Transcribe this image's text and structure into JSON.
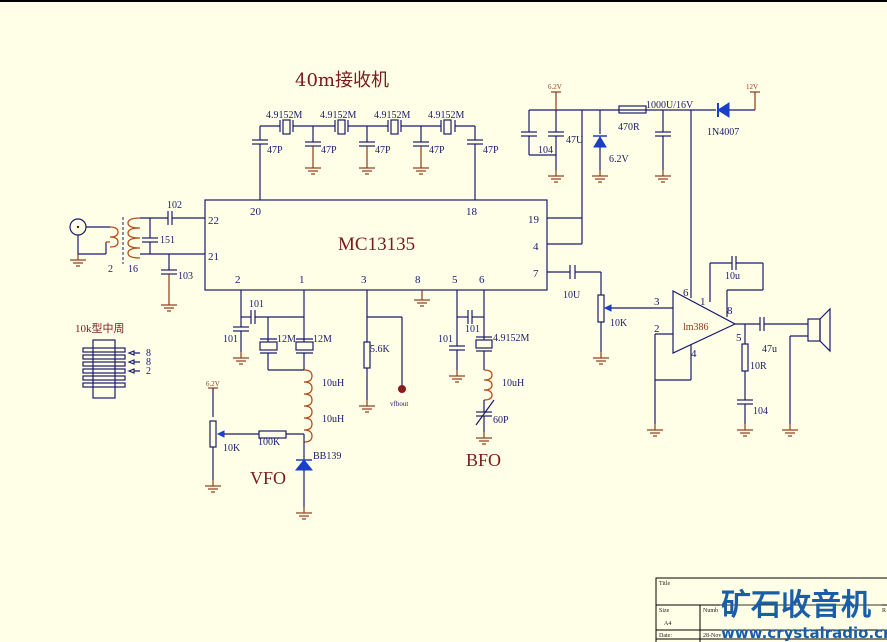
{
  "schematic": {
    "title": "40m接收机",
    "main_ic": "MC13135",
    "amp_ic": "lm386",
    "section_labels": {
      "vfo": "VFO",
      "bfo": "BFO"
    },
    "ic_pins": {
      "p22": "22",
      "p21": "21",
      "p20": "20",
      "p18": "18",
      "p19": "19",
      "p4": "4",
      "p7": "7",
      "p2": "2",
      "p1": "1",
      "p3": "3",
      "p8": "8",
      "p5": "5",
      "p6": "6"
    },
    "amp_pins": {
      "p6": "6",
      "p1": "1",
      "p8": "8",
      "p3": "3",
      "p2": "2",
      "p4": "4",
      "p5": "5"
    },
    "filter": {
      "crystals": [
        "4.9152M",
        "4.9152M",
        "4.9152M",
        "4.9152M"
      ],
      "caps": [
        "47P",
        "47P",
        "47P",
        "47P",
        "47P"
      ]
    },
    "power": {
      "rail_62": "6.2V",
      "rail_12": "12V",
      "cap_104": "104",
      "cap_47u": "47U",
      "zener": "6.2V",
      "resistor": "470R",
      "cap_1000u": "1000U/16V",
      "diode": "1N4007"
    },
    "input": {
      "cap_102": "102",
      "cap_151": "151",
      "cap_103": "103",
      "turns_primary": "2",
      "turns_secondary": "16"
    },
    "ifcoil": {
      "label": "10k型中周",
      "pins": [
        "8",
        "8",
        "2"
      ]
    },
    "vfo": {
      "cap_101a": "101",
      "cap_101b": "101",
      "xtal_a": "12M",
      "xtal_b": "12M",
      "ind_a": "10uH",
      "ind_b": "10uH",
      "rail": "6.2V",
      "pot": "10K",
      "resistor": "100K",
      "varicap": "BB139"
    },
    "pin3": {
      "resistor": "5.6K",
      "output": "vfbout"
    },
    "bfo": {
      "cap_101a": "101",
      "cap_101b": "101",
      "xtal": "4.9152M",
      "ind": "10uH",
      "trimmer": "60P"
    },
    "audio": {
      "cap_in": "10U",
      "pot": "10K",
      "cap_gain": "10u",
      "cap_out": "47u",
      "zobel_r": "10R",
      "zobel_c": "104"
    },
    "title_block": {
      "title_label": "Title",
      "size_label": "Size",
      "size_value": "A4",
      "number_label": "Numb",
      "date_label": "Date:",
      "date_value": "28-Nov",
      "rev_label": "R"
    },
    "watermark": {
      "cn": "矿石收音机",
      "url": "www.crystalradio.cn"
    }
  }
}
